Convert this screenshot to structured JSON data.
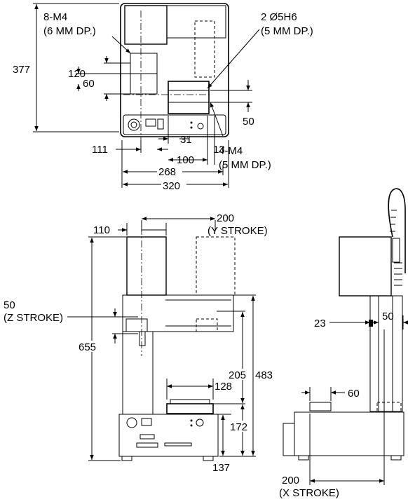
{
  "labels": {
    "top_8m4": "8-M4",
    "top_8m4_depth": "(6 MM DP.)",
    "top_2dia": "2 Ø5H6",
    "top_2dia_depth": "(5 MM DP.)",
    "top_4m4": "4-M4",
    "top_4m4_depth": "(5 MM DP.)",
    "d377": "377",
    "d120": "120",
    "d60": "60",
    "d50_top": "50",
    "d31": "31",
    "d111": "111",
    "d13": "13",
    "d100": "100",
    "d268": "268",
    "d320": "320",
    "d200_y": "200",
    "y_stroke": "(Y STROKE)",
    "d110": "110",
    "d50_z": "50",
    "z_stroke": "(Z STROKE)",
    "d655": "655",
    "d205": "205",
    "d483": "483",
    "d128": "128",
    "d172": "172",
    "d137": "137",
    "d23": "23",
    "d50_side": "50",
    "d60_side": "60",
    "d200_x": "200",
    "x_stroke": "(X STROKE)"
  }
}
